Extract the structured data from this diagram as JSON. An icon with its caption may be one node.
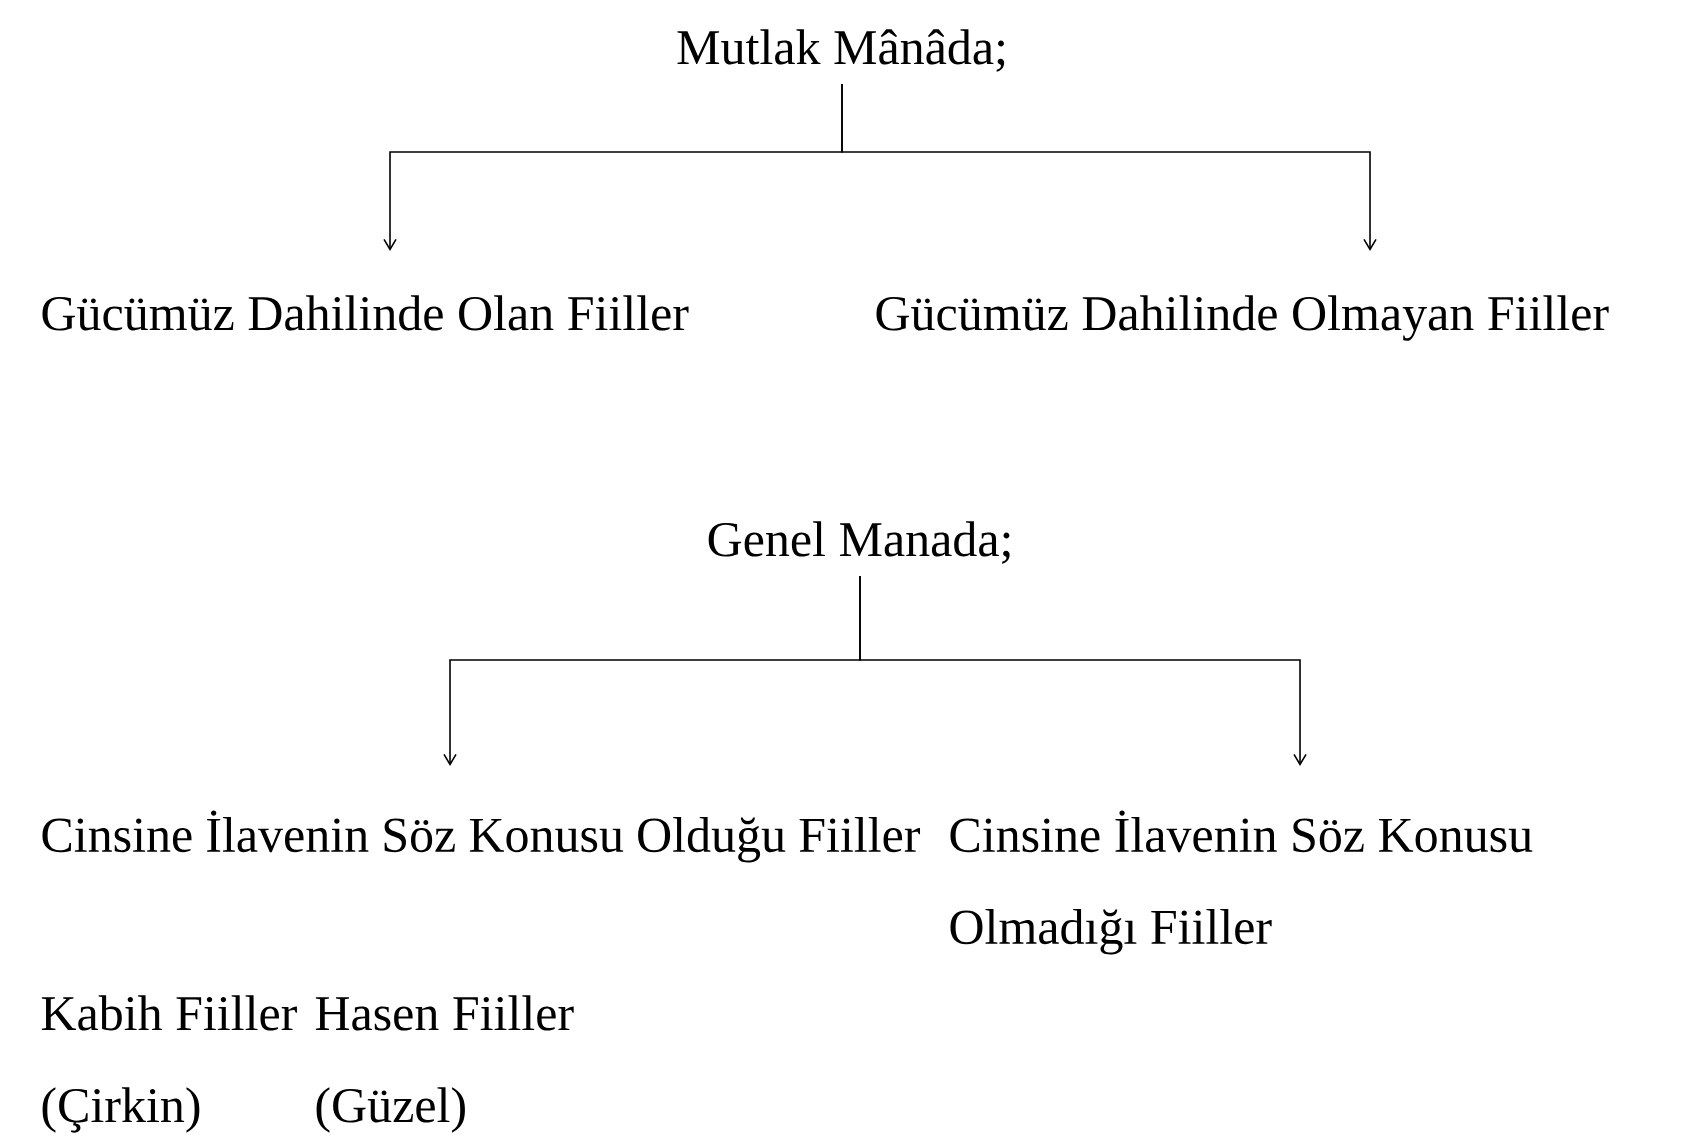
{
  "diagram": {
    "nodes": [
      {
        "text": [
          "Mutlak Mânâda;"
        ]
      },
      {
        "text": [
          "Gücümüz Dahilinde Olan Fiiller"
        ]
      },
      {
        "text": [
          "Gücümüz Dahilinde Olmayan Fiiller"
        ]
      },
      {
        "text": [
          "Genel Manada;"
        ]
      },
      {
        "text": [
          "Cinsine İlavenin Söz Konusu Olduğu Fiiller"
        ]
      },
      {
        "text": [
          "Cinsine İlavenin Söz Konusu Olmadığı Fiiller"
        ]
      }
    ],
    "edges": [
      {
        "from": 0,
        "to": 1,
        "arrow": "to"
      },
      {
        "from": 0,
        "to": 2,
        "arrow": "to"
      },
      {
        "from": 3,
        "to": 4,
        "arrow": "to"
      },
      {
        "from": 3,
        "to": 5,
        "arrow": "to"
      }
    ],
    "labels": [
      "Kabih Fiiller",
      "Hasen Fiiller",
      "(Çirkin)",
      "(Güzel)"
    ]
  }
}
